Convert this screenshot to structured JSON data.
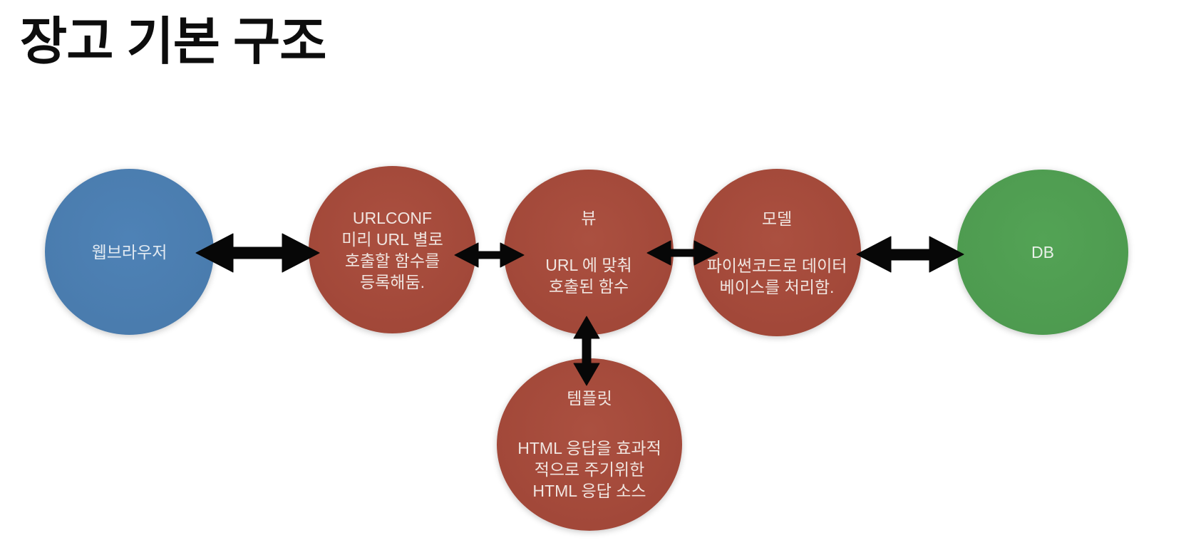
{
  "page": {
    "title": "장고 기본 구조",
    "background_color": "#FFFFFF",
    "arrow_color": "#070707"
  },
  "diagram": {
    "nodes": [
      {
        "id": "browser",
        "label": "웹브라우저",
        "color": "#4A7CAE",
        "shape": "circle"
      },
      {
        "id": "urlconf",
        "title": "URLCONF",
        "body": "미리 URL 별로\n호출할 함수를\n등록해둠.",
        "color": "#A24839",
        "shape": "circle"
      },
      {
        "id": "view",
        "title": "뷰",
        "body": "URL 에 맞춰\n호출된 함수",
        "color": "#A24839",
        "shape": "circle"
      },
      {
        "id": "model",
        "title": "모델",
        "body": "파이썬코드로 데이터\n베이스를 처리함.",
        "color": "#A24839",
        "shape": "circle"
      },
      {
        "id": "db",
        "label": "DB",
        "color": "#4E9B50",
        "shape": "circle"
      },
      {
        "id": "template",
        "title": "템플릿",
        "body": "HTML 응답을 효과적\n적으로 주기위한\nHTML 응답 소스",
        "color": "#A24839",
        "shape": "circle"
      }
    ],
    "connections": [
      {
        "from": "browser",
        "to": "urlconf",
        "style": "double-headed-arrow",
        "orientation": "horizontal"
      },
      {
        "from": "urlconf",
        "to": "view",
        "style": "double-headed-arrow",
        "orientation": "horizontal"
      },
      {
        "from": "view",
        "to": "model",
        "style": "double-headed-arrow",
        "orientation": "horizontal"
      },
      {
        "from": "model",
        "to": "db",
        "style": "double-headed-arrow",
        "orientation": "horizontal"
      },
      {
        "from": "view",
        "to": "template",
        "style": "double-headed-arrow",
        "orientation": "vertical"
      }
    ]
  }
}
